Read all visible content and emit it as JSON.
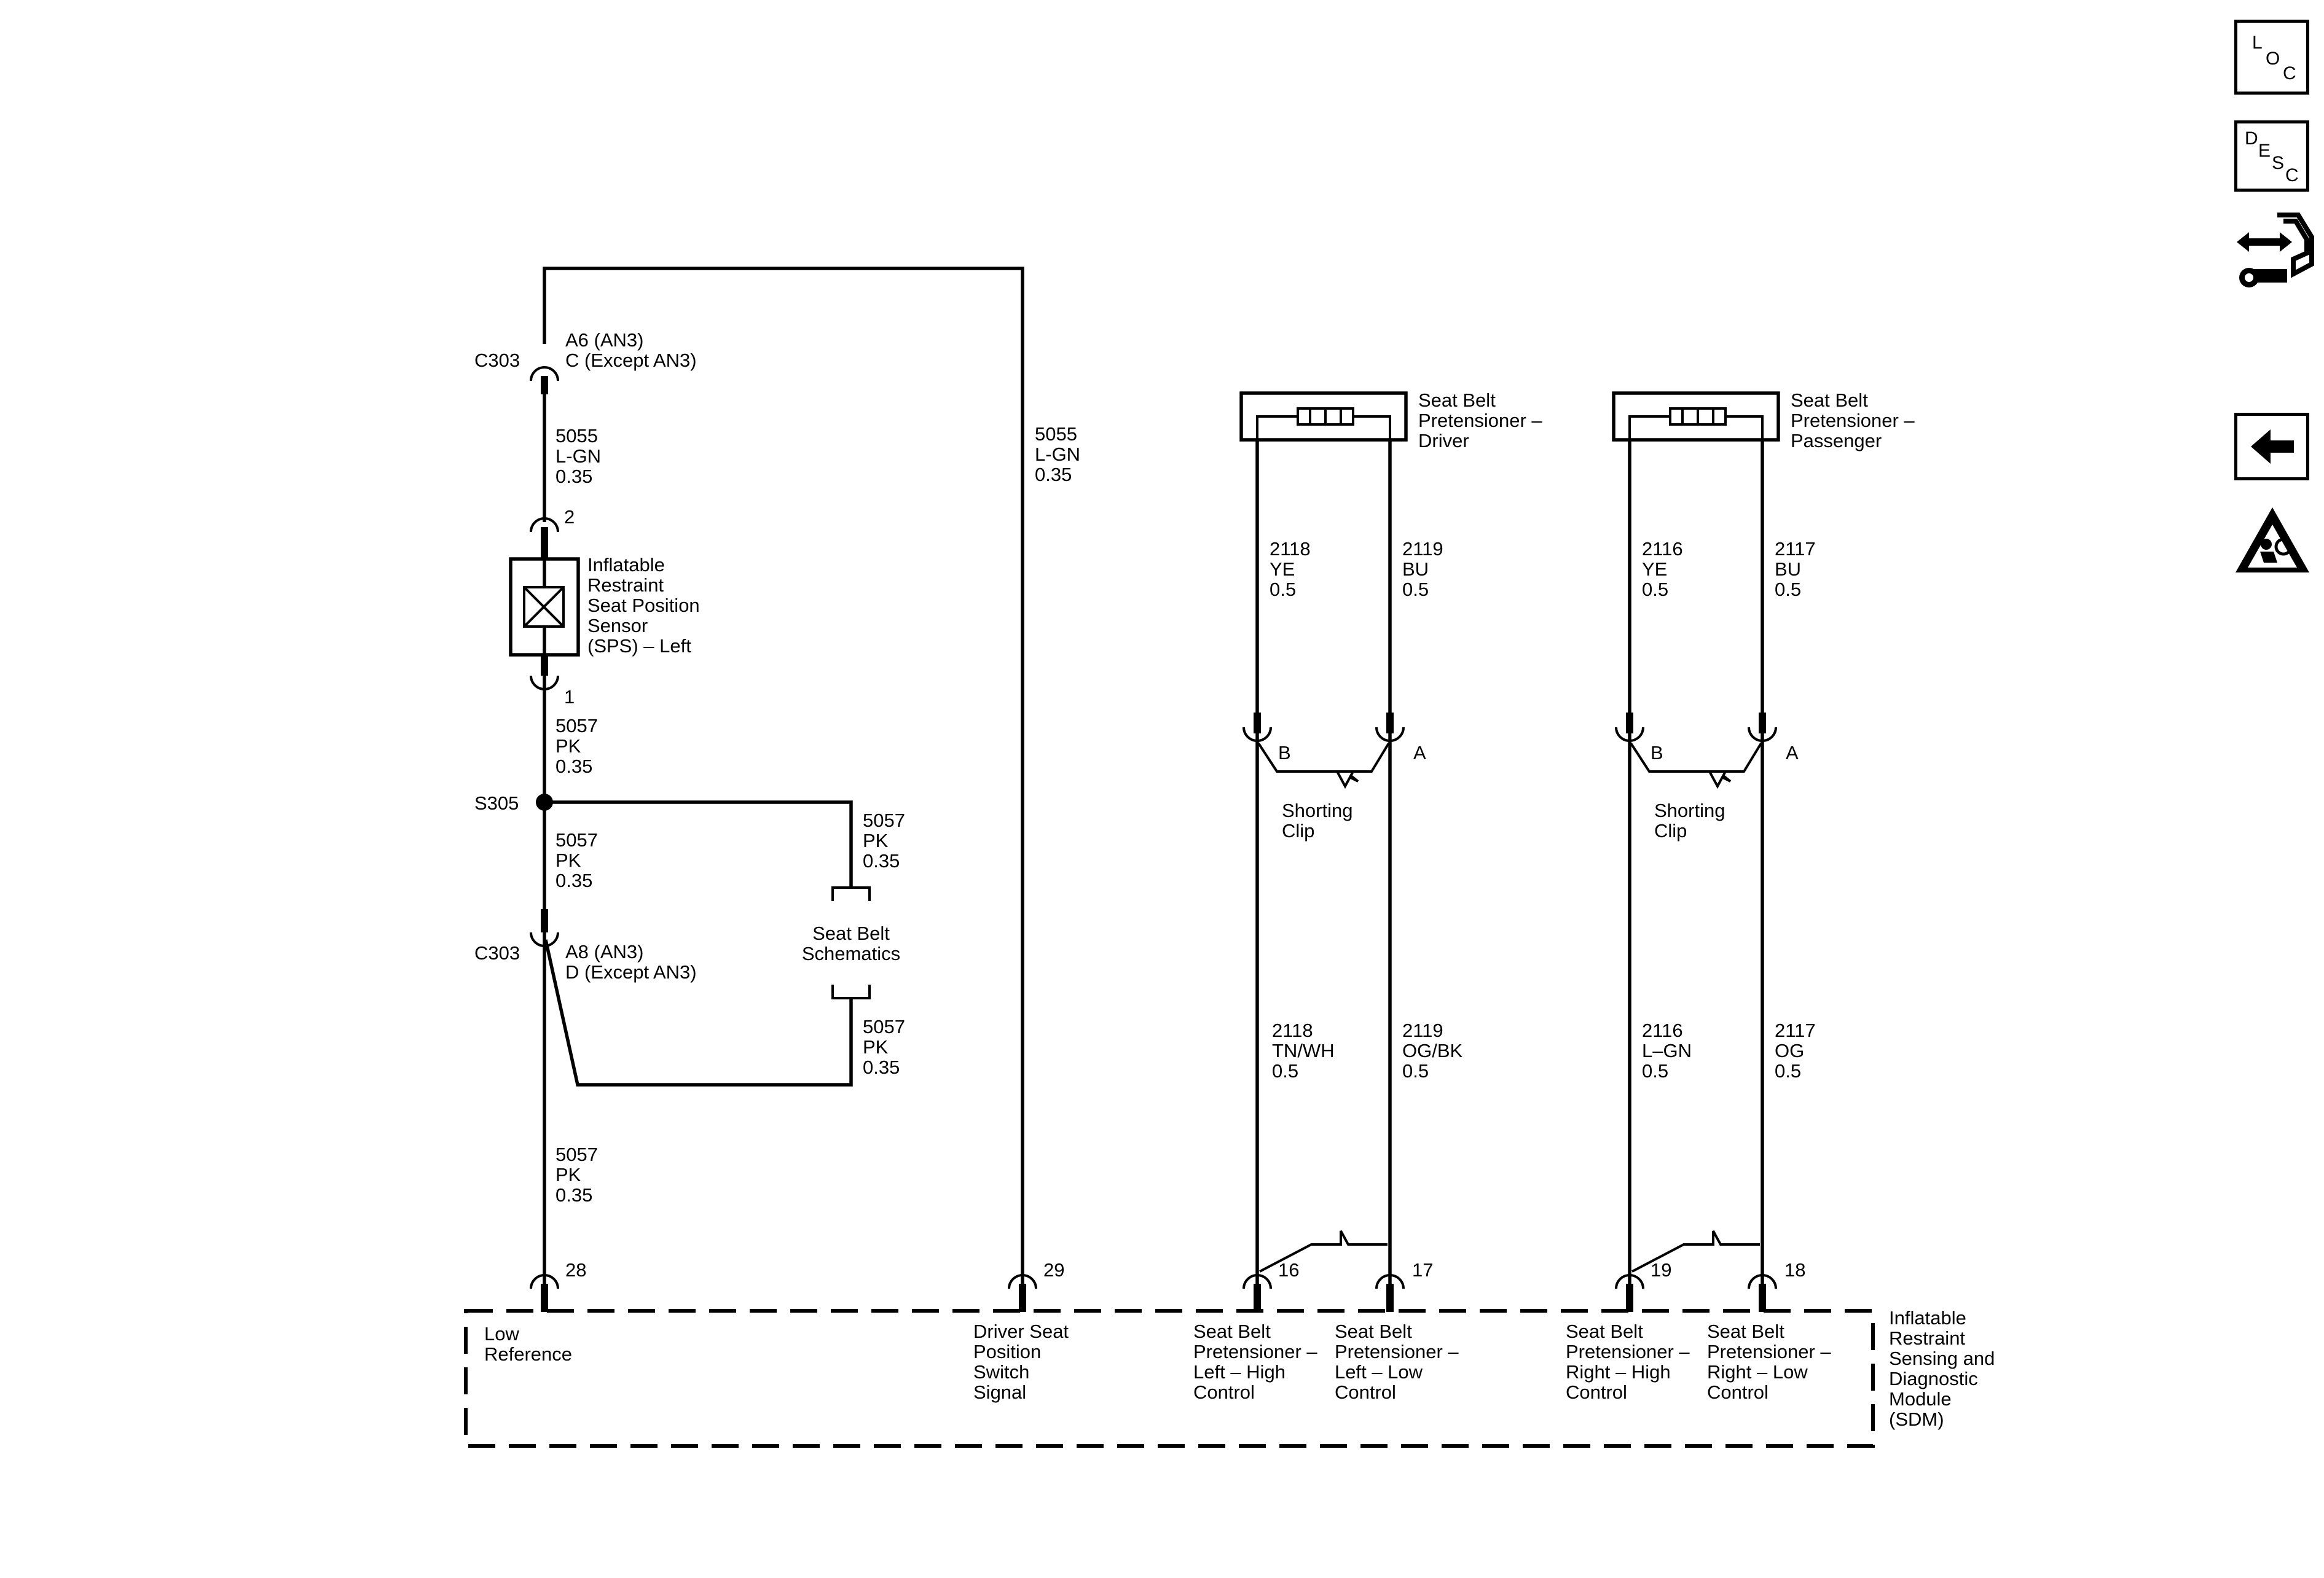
{
  "sps": {
    "conn_c303": "C303",
    "c303_upper_pin": [
      "A6 (AN3)",
      "C (Except AN3)"
    ],
    "c303_lower_pin": [
      "A8 (AN3)",
      "D (Except AN3)"
    ],
    "wire_5055_upper": [
      "5055",
      "L-GN",
      "0.35"
    ],
    "wire_5055_right": [
      "5055",
      "L-GN",
      "0.35"
    ],
    "pin_2": "2",
    "pin_1": "1",
    "component": [
      "Inflatable",
      "Restraint",
      "Seat Position",
      "Sensor",
      "(SPS) – Left"
    ],
    "wire_5057_a": [
      "5057",
      "PK",
      "0.35"
    ],
    "splice": "S305",
    "wire_5057_b": [
      "5057",
      "PK",
      "0.35"
    ],
    "wire_5057_c": [
      "5057",
      "PK",
      "0.35"
    ],
    "wire_5057_d": [
      "5057",
      "PK",
      "0.35"
    ],
    "wire_5057_e": [
      "5057",
      "PK",
      "0.35"
    ],
    "seat_belt_schematics": [
      "Seat Belt",
      "Schematics"
    ]
  },
  "driver": {
    "component": [
      "Seat Belt",
      "Pretensioner –",
      "Driver"
    ],
    "wire_b_upper": [
      "2118",
      "YE",
      "0.5"
    ],
    "wire_a_upper": [
      "2119",
      "BU",
      "0.5"
    ],
    "pin_b": "B",
    "pin_a": "A",
    "shorting_clip": [
      "Shorting",
      "Clip"
    ],
    "wire_b_lower": [
      "2118",
      "TN/WH",
      "0.5"
    ],
    "wire_a_lower": [
      "2119",
      "OG/BK",
      "0.5"
    ],
    "sdm_pin_b": "16",
    "sdm_pin_a": "17"
  },
  "passenger": {
    "component": [
      "Seat Belt",
      "Pretensioner –",
      "Passenger"
    ],
    "wire_b_upper": [
      "2116",
      "YE",
      "0.5"
    ],
    "wire_a_upper": [
      "2117",
      "BU",
      "0.5"
    ],
    "pin_b": "B",
    "pin_a": "A",
    "shorting_clip": [
      "Shorting",
      "Clip"
    ],
    "wire_b_lower": [
      "2116",
      "L–GN",
      "0.5"
    ],
    "wire_a_lower": [
      "2117",
      "OG",
      "0.5"
    ],
    "sdm_pin_b": "19",
    "sdm_pin_a": "18"
  },
  "sdm": {
    "name": [
      "Inflatable",
      "Restraint",
      "Sensing and",
      "Diagnostic",
      "Module",
      "(SDM)"
    ],
    "pin_28": "28",
    "pin_29": "29",
    "low_reference": [
      "Low",
      "Reference"
    ],
    "driver_seat_position": [
      "Driver Seat",
      "Position",
      "Switch",
      "Signal"
    ],
    "left_high": [
      "Seat Belt",
      "Pretensioner –",
      "Left – High",
      "Control"
    ],
    "left_low": [
      "Seat Belt",
      "Pretensioner –",
      "Left – Low",
      "Control"
    ],
    "right_high": [
      "Seat Belt",
      "Pretensioner –",
      "Right – High",
      "Control"
    ],
    "right_low": [
      "Seat Belt",
      "Pretensioner –",
      "Right – Low",
      "Control"
    ]
  },
  "nav": {
    "loc": [
      "L",
      "O",
      "C"
    ],
    "desc": [
      "D",
      "E",
      "S",
      "C"
    ],
    "icons": [
      "connector-end-view-icon",
      "back-arrow-icon",
      "airbag-warning-icon"
    ]
  }
}
